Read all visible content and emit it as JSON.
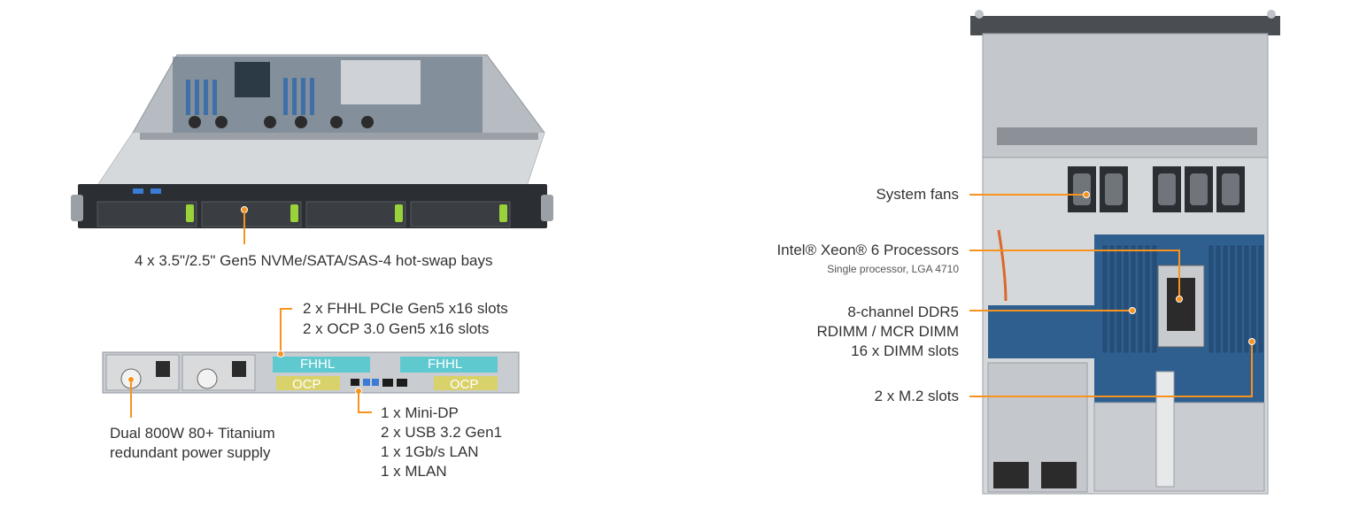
{
  "front_view": {
    "bays_label": "4 x 3.5\"/2.5\" Gen5 NVMe/SATA/SAS-4 hot-swap bays"
  },
  "rear_view": {
    "slots_label_1": "2 x FHHL PCIe Gen5 x16 slots",
    "slots_label_2": "2 x OCP 3.0 Gen5 x16 slots",
    "fhhl_tag": "FHHL",
    "ocp_tag": "OCP",
    "io_lines": [
      "1 x Mini-DP",
      "2 x USB 3.2 Gen1",
      "1 x 1Gb/s LAN",
      "1 x MLAN"
    ],
    "psu_lines": [
      "Dual 800W 80+ Titanium",
      "redundant power supply"
    ]
  },
  "top_view": {
    "fans_label": "System fans",
    "cpu_label": "Intel® Xeon® 6 Processors",
    "cpu_sub": "Single processor, LGA 4710",
    "memory_lines": [
      "8-channel DDR5",
      "RDIMM / MCR DIMM",
      "16 x DIMM slots"
    ],
    "m2_label": "2 x M.2 slots"
  },
  "colors": {
    "accent": "#f7931e",
    "chassis": "#c9ccd0",
    "board": "#2f5f8f",
    "fhhl": "#5ec9cf",
    "ocp": "#d9d26a",
    "drive_latch": "#9ad23a"
  }
}
